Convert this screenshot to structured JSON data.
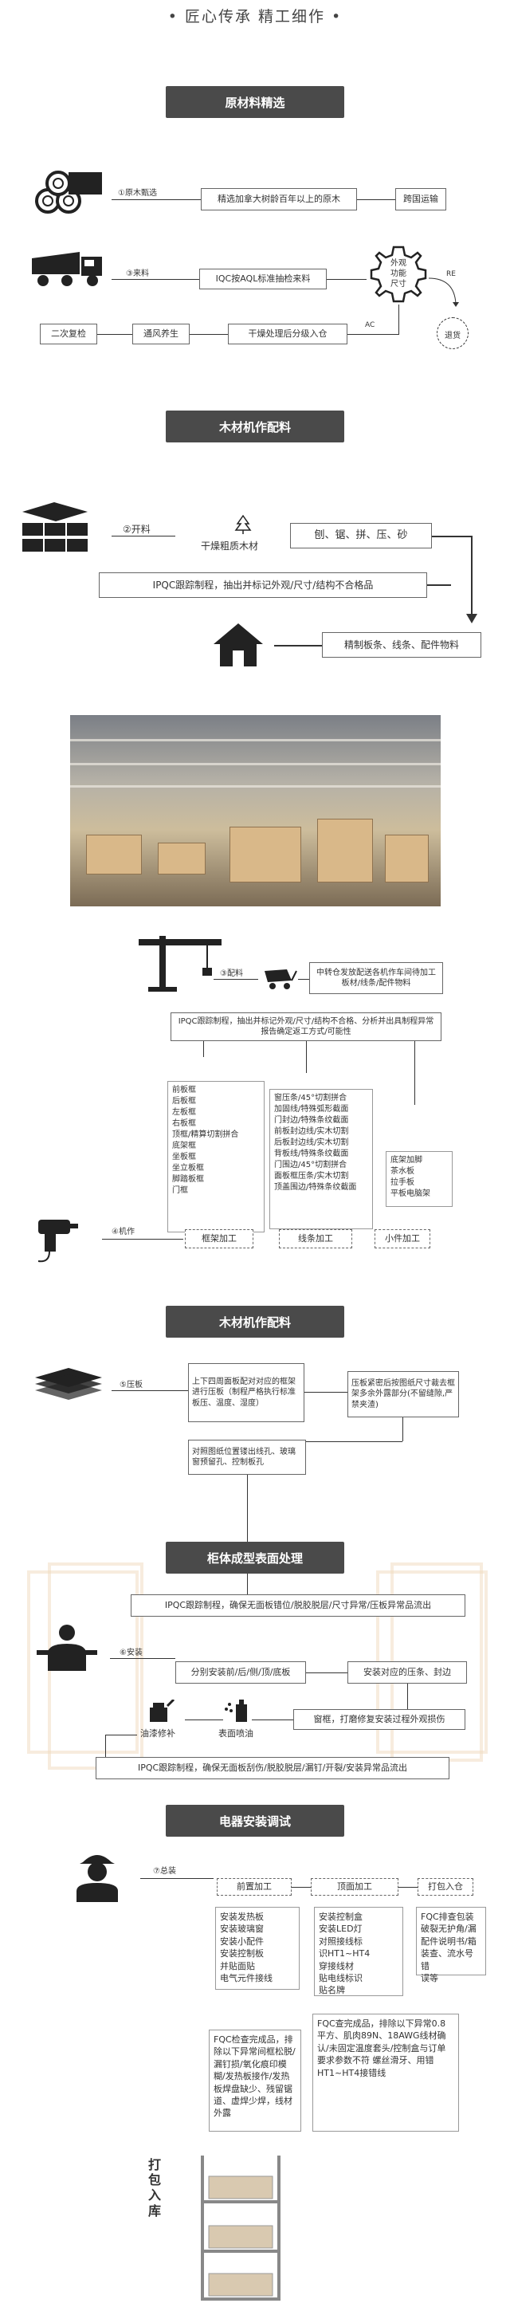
{
  "top_title": "• 匠心传承 精工细作 •",
  "sections": {
    "s1": "原材料精选",
    "s2": "木材机作配料",
    "s3": "木材机作配料",
    "s4": "柜体成型表面处理",
    "s5": "电器安装调试"
  },
  "raw": {
    "step1": "①原木甄选",
    "step1_box": "精选加拿大树龄百年以上的原木",
    "step1_next": "跨国运输",
    "step2": "③来料",
    "step2_box": "IQC按AQL标准抽检来料",
    "gear_label": "外观\n功能\n尺寸",
    "re": "RE",
    "ac": "AC",
    "return": "退货",
    "dry": "干燥处理后分级入仓",
    "vent": "通风养生",
    "recheck": "二次复检"
  },
  "mat": {
    "step": "②开料",
    "wood": "干燥粗质木材",
    "ops": "刨、锯、拼、压、砂",
    "ipqc": "IPQC跟踪制程，抽出并标记外观/尺寸/结构不合格品",
    "out": "精制板条、线条、配件物料"
  },
  "mach": {
    "step": "③配料",
    "transfer": "中转仓发放配送各机作车间待加工板材/线条/配件物料",
    "ipqc": "IPQC跟踪制程，抽出并标记外观/尺寸/结构不合格、分析并出具制程异常报告确定返工方式/可能性",
    "frames": [
      "前板框",
      "后板框",
      "左板框",
      "右板框",
      "顶框/精算切割拼合",
      "底架框",
      "坐板框",
      "坐立板框",
      "脚踏板框",
      "门框"
    ],
    "lines": [
      "窗压条/45°切割拼合",
      "加固线/特殊弧形截面",
      "门封边/特殊条纹截面",
      "前板封边线/实木切割",
      "后板封边线/实木切割",
      "背板线/特殊条纹截面",
      "门围边/45°切割拼合",
      "面板框压条/实木切割",
      "顶盖围边/特殊条纹截面"
    ],
    "parts": [
      "底架加脚",
      "茶水板",
      "拉手板",
      "平板电脑架"
    ],
    "machine_step": "④机作",
    "frame_proc": "框架加工",
    "line_proc": "线条加工",
    "part_proc": "小件加工"
  },
  "press": {
    "step": "⑤压板",
    "box1": "上下四周面板配对对应的框架进行压板（制程严格执行标准板压、温度、湿度）",
    "box2": "压板紧密后按图纸尺寸裁去框架多余外露部分(不留缝隙,严禁夹渣)",
    "box3": "对照图纸位置镂出线孔、玻璃窗预留孔、控制板孔"
  },
  "cab": {
    "ipqc1": "IPQC跟踪制程，确保无面板错位/脱胶脱层/尺寸异常/压板异常品流出",
    "step": "⑥安装",
    "install": "分别安装前/后/侧/顶/底板",
    "fit": "安装对应的压条、封边",
    "window": "窗框，打磨修复安装过程外观损伤",
    "spray": "表面喷油",
    "paint": "油漆修补",
    "ipqc2": "IPQC跟踪制程，确保无面板刮伤/脱胶脱层/漏钉/开裂/安装异常品流出"
  },
  "elec": {
    "step": "⑦总装",
    "front": "前置加工",
    "top": "顶面加工",
    "pack": "打包入仓",
    "front_list": [
      "安装发热板",
      "安装玻璃窗",
      "安装小配件",
      "安装控制板",
      "并贴面贴",
      "电气元件接线"
    ],
    "top_list": [
      "安装控制盒",
      "安装LED灯",
      "对照接线标",
      "识HT1~HT4",
      "穿接线材",
      "贴电线标识",
      "贴名牌"
    ],
    "pack_list": [
      "FQC排查包装",
      "破裂无护角/漏",
      "配件说明书/箱",
      "装查、流水号错",
      "误等"
    ],
    "fqc1": "FQC检查完成品，排除以下异常间框松脱/漏钉损/氧化痕印模糊/发热板接作/发热板焊盘缺少、残留锯道、虚焊少焊，线材外露",
    "fqc2": "FQC查完成品，排除以下异常0.8平方、肌肉89N、18AWG线材确认/未固定温度套头/控制盒与订单要求参数不符 螺丝滑牙、用错HT1~HT4接错线",
    "final": "打包入库"
  }
}
